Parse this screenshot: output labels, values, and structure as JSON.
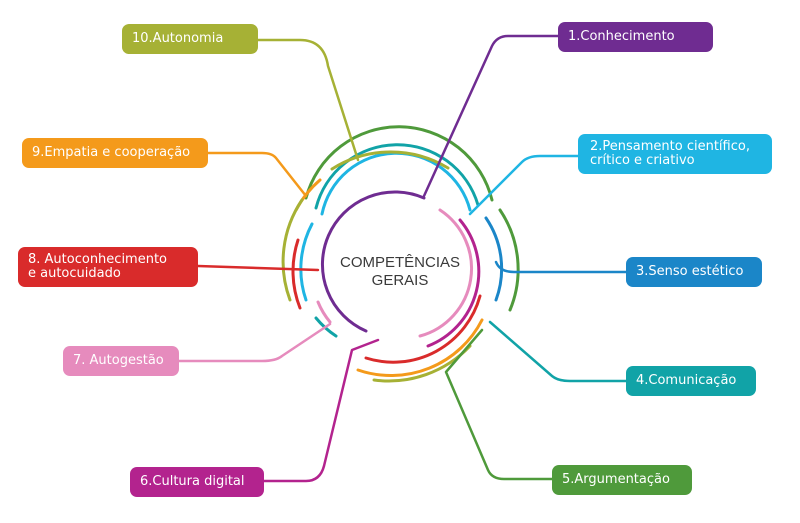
{
  "center": {
    "line1": "COMPETÊNCIAS",
    "line2": "GERAIS"
  },
  "competencias": [
    {
      "id": "c1",
      "label": "1.Conhecimento",
      "color": "#6f2c91"
    },
    {
      "id": "c2",
      "label1": "2.Pensamento científico,",
      "label2": "crítico e criativo",
      "color": "#1fb5e3"
    },
    {
      "id": "c3",
      "label": "3.Senso estético",
      "color": "#1b86c8"
    },
    {
      "id": "c4",
      "label": "4.Comunicação",
      "color": "#11a3a7"
    },
    {
      "id": "c5",
      "label": "5.Argumentação",
      "color": "#4f9a3b"
    },
    {
      "id": "c6",
      "label": "6.Cultura digital",
      "color": "#b3238e"
    },
    {
      "id": "c7",
      "label": "7. Autogestão",
      "color": "#e68bbd"
    },
    {
      "id": "c8",
      "label1": "8. Autoconhecimento",
      "label2": "e autocuidado",
      "color": "#d92b2b"
    },
    {
      "id": "c9",
      "label": "9.Empatia e cooperação",
      "color": "#f49a1b"
    },
    {
      "id": "c10",
      "label": "10.Autonomia",
      "color": "#a6b135"
    }
  ]
}
